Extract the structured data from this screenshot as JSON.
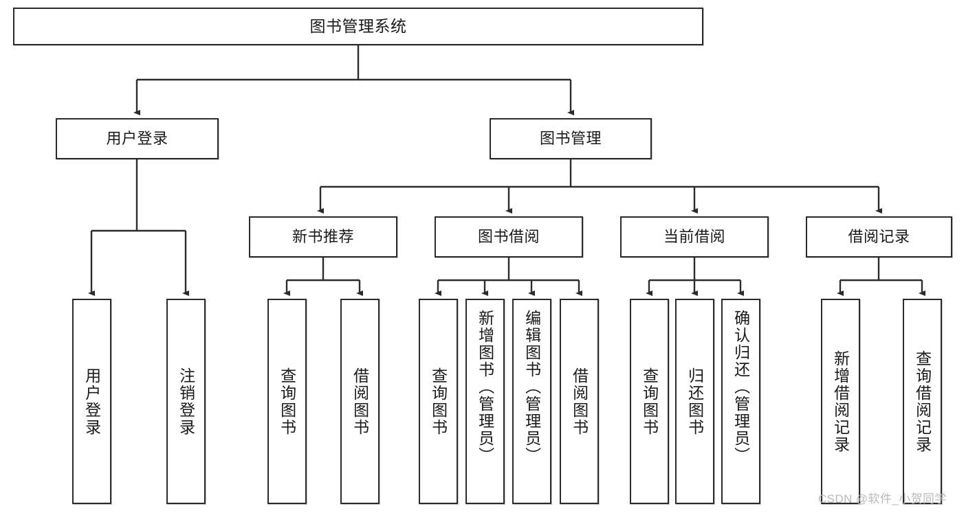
{
  "diagram": {
    "title": "图书管理系统",
    "type": "tree-hierarchy",
    "watermark": "CSDN @软件_小贺同学",
    "colors": {
      "box_border": "#2b2b2b",
      "box_fill": "#ffffff",
      "edge": "#2b2b2b",
      "text": "#1a1a1a",
      "watermark": "#b9b9b9",
      "background": "#ffffff"
    }
  },
  "nodes": {
    "root": {
      "label": "图书管理系统"
    },
    "level2": [
      {
        "id": "user-login",
        "label": "用户登录"
      },
      {
        "id": "book-manage",
        "label": "图书管理"
      }
    ],
    "level3": [
      {
        "id": "new-book-rec",
        "label": "新书推荐"
      },
      {
        "id": "book-borrow",
        "label": "图书借阅"
      },
      {
        "id": "current-borrow",
        "label": "当前借阅"
      },
      {
        "id": "borrow-record",
        "label": "借阅记录"
      }
    ],
    "leaves": {
      "user_login": [
        {
          "id": "leaf-user-login",
          "label": "用户登录"
        },
        {
          "id": "leaf-logout",
          "label": "注销登录"
        }
      ],
      "new_book_rec": [
        {
          "id": "leaf-query-book-1",
          "label": "查询图书"
        },
        {
          "id": "leaf-borrow-book-1",
          "label": "借阅图书"
        }
      ],
      "book_borrow": [
        {
          "id": "leaf-query-book-2",
          "label": "查询图书"
        },
        {
          "id": "leaf-add-book",
          "label": "新增图书（管理员）"
        },
        {
          "id": "leaf-edit-book",
          "label": "编辑图书（管理员）"
        },
        {
          "id": "leaf-borrow-book-2",
          "label": "借阅图书"
        }
      ],
      "current_borrow": [
        {
          "id": "leaf-query-book-3",
          "label": "查询图书"
        },
        {
          "id": "leaf-return-book",
          "label": "归还图书"
        },
        {
          "id": "leaf-confirm-return",
          "label": "确认归还（管理员）"
        }
      ],
      "borrow_record": [
        {
          "id": "leaf-add-record",
          "label": "新增借阅记录"
        },
        {
          "id": "leaf-query-record",
          "label": "查询借阅记录"
        }
      ]
    }
  }
}
